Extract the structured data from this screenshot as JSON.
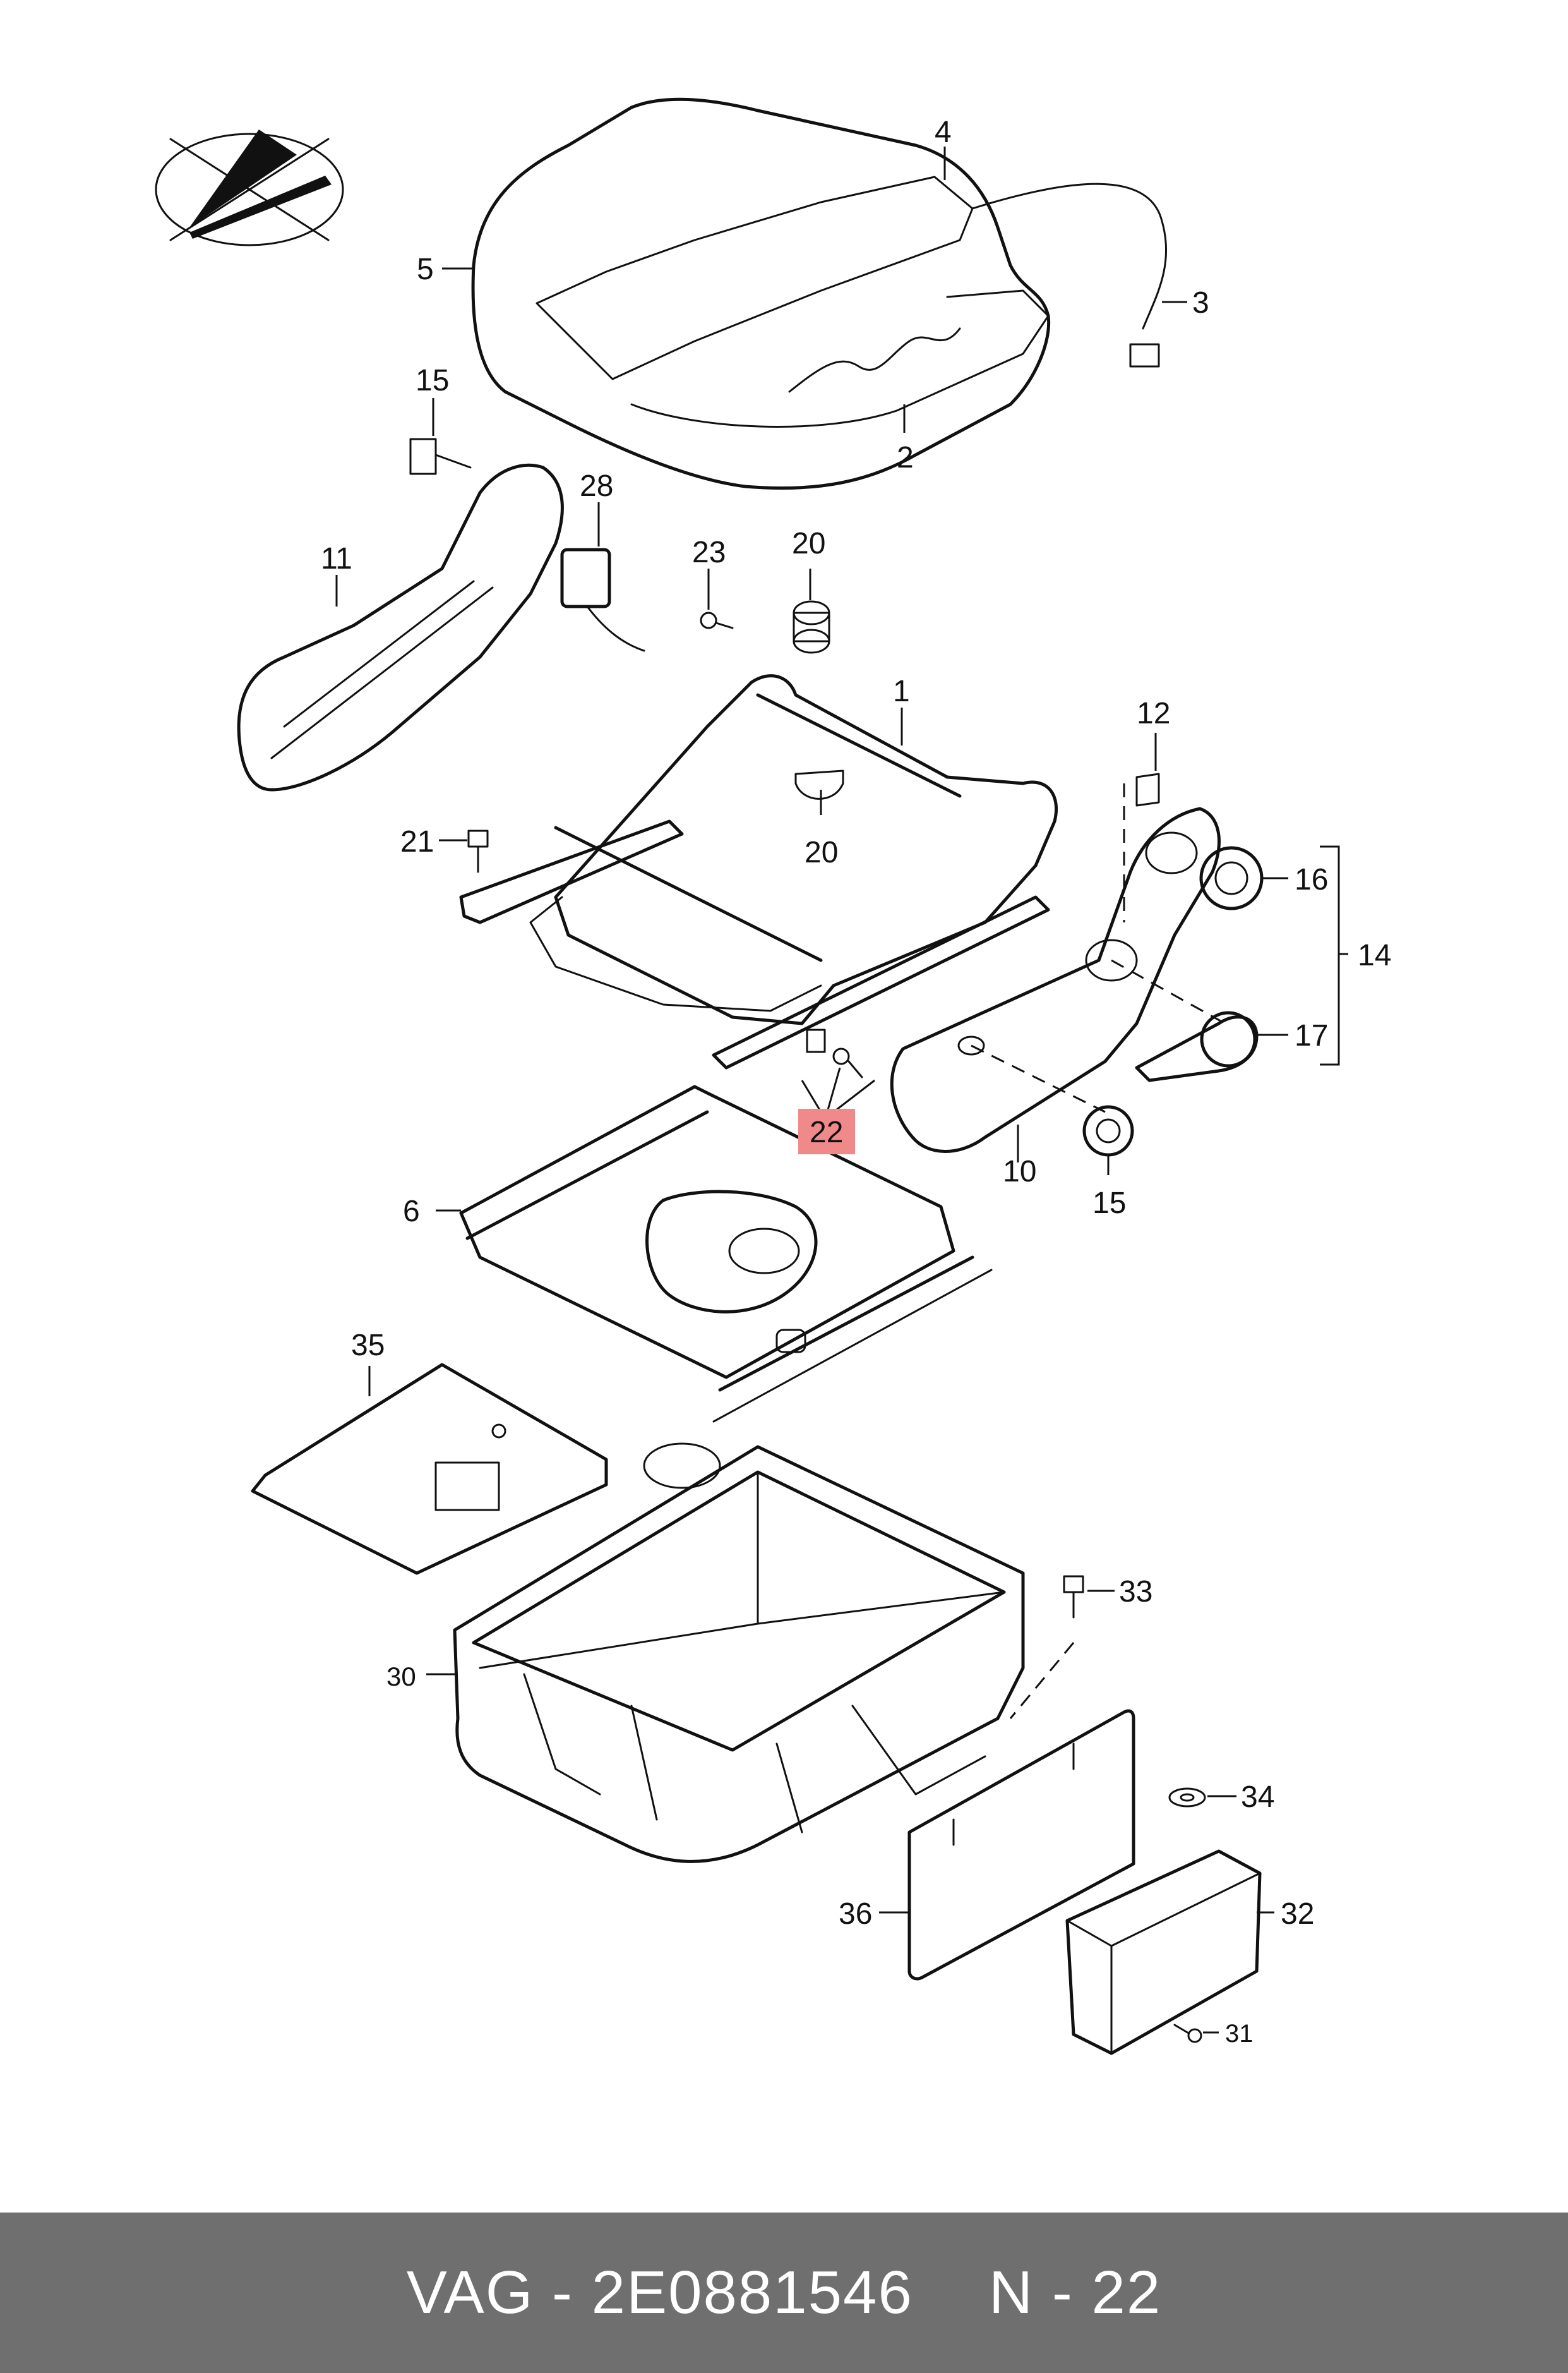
{
  "footer": {
    "brand_part": "VAG - 2E0881546",
    "position": "N - 22"
  },
  "highlight_color": "#f08a8a",
  "callouts": {
    "c1": "1",
    "c2": "2",
    "c3": "3",
    "c4": "4",
    "c5": "5",
    "c6": "6",
    "c10": "10",
    "c11": "11",
    "c12": "12",
    "c14": "14",
    "c15a": "15",
    "c15b": "15",
    "c16": "16",
    "c17": "17",
    "c20a": "20",
    "c20b": "20",
    "c21": "21",
    "c22": "22",
    "c23": "23",
    "c28": "28",
    "c30": "30",
    "c31": "31",
    "c32": "32",
    "c33": "33",
    "c34": "34",
    "c35": "35",
    "c36": "36"
  }
}
